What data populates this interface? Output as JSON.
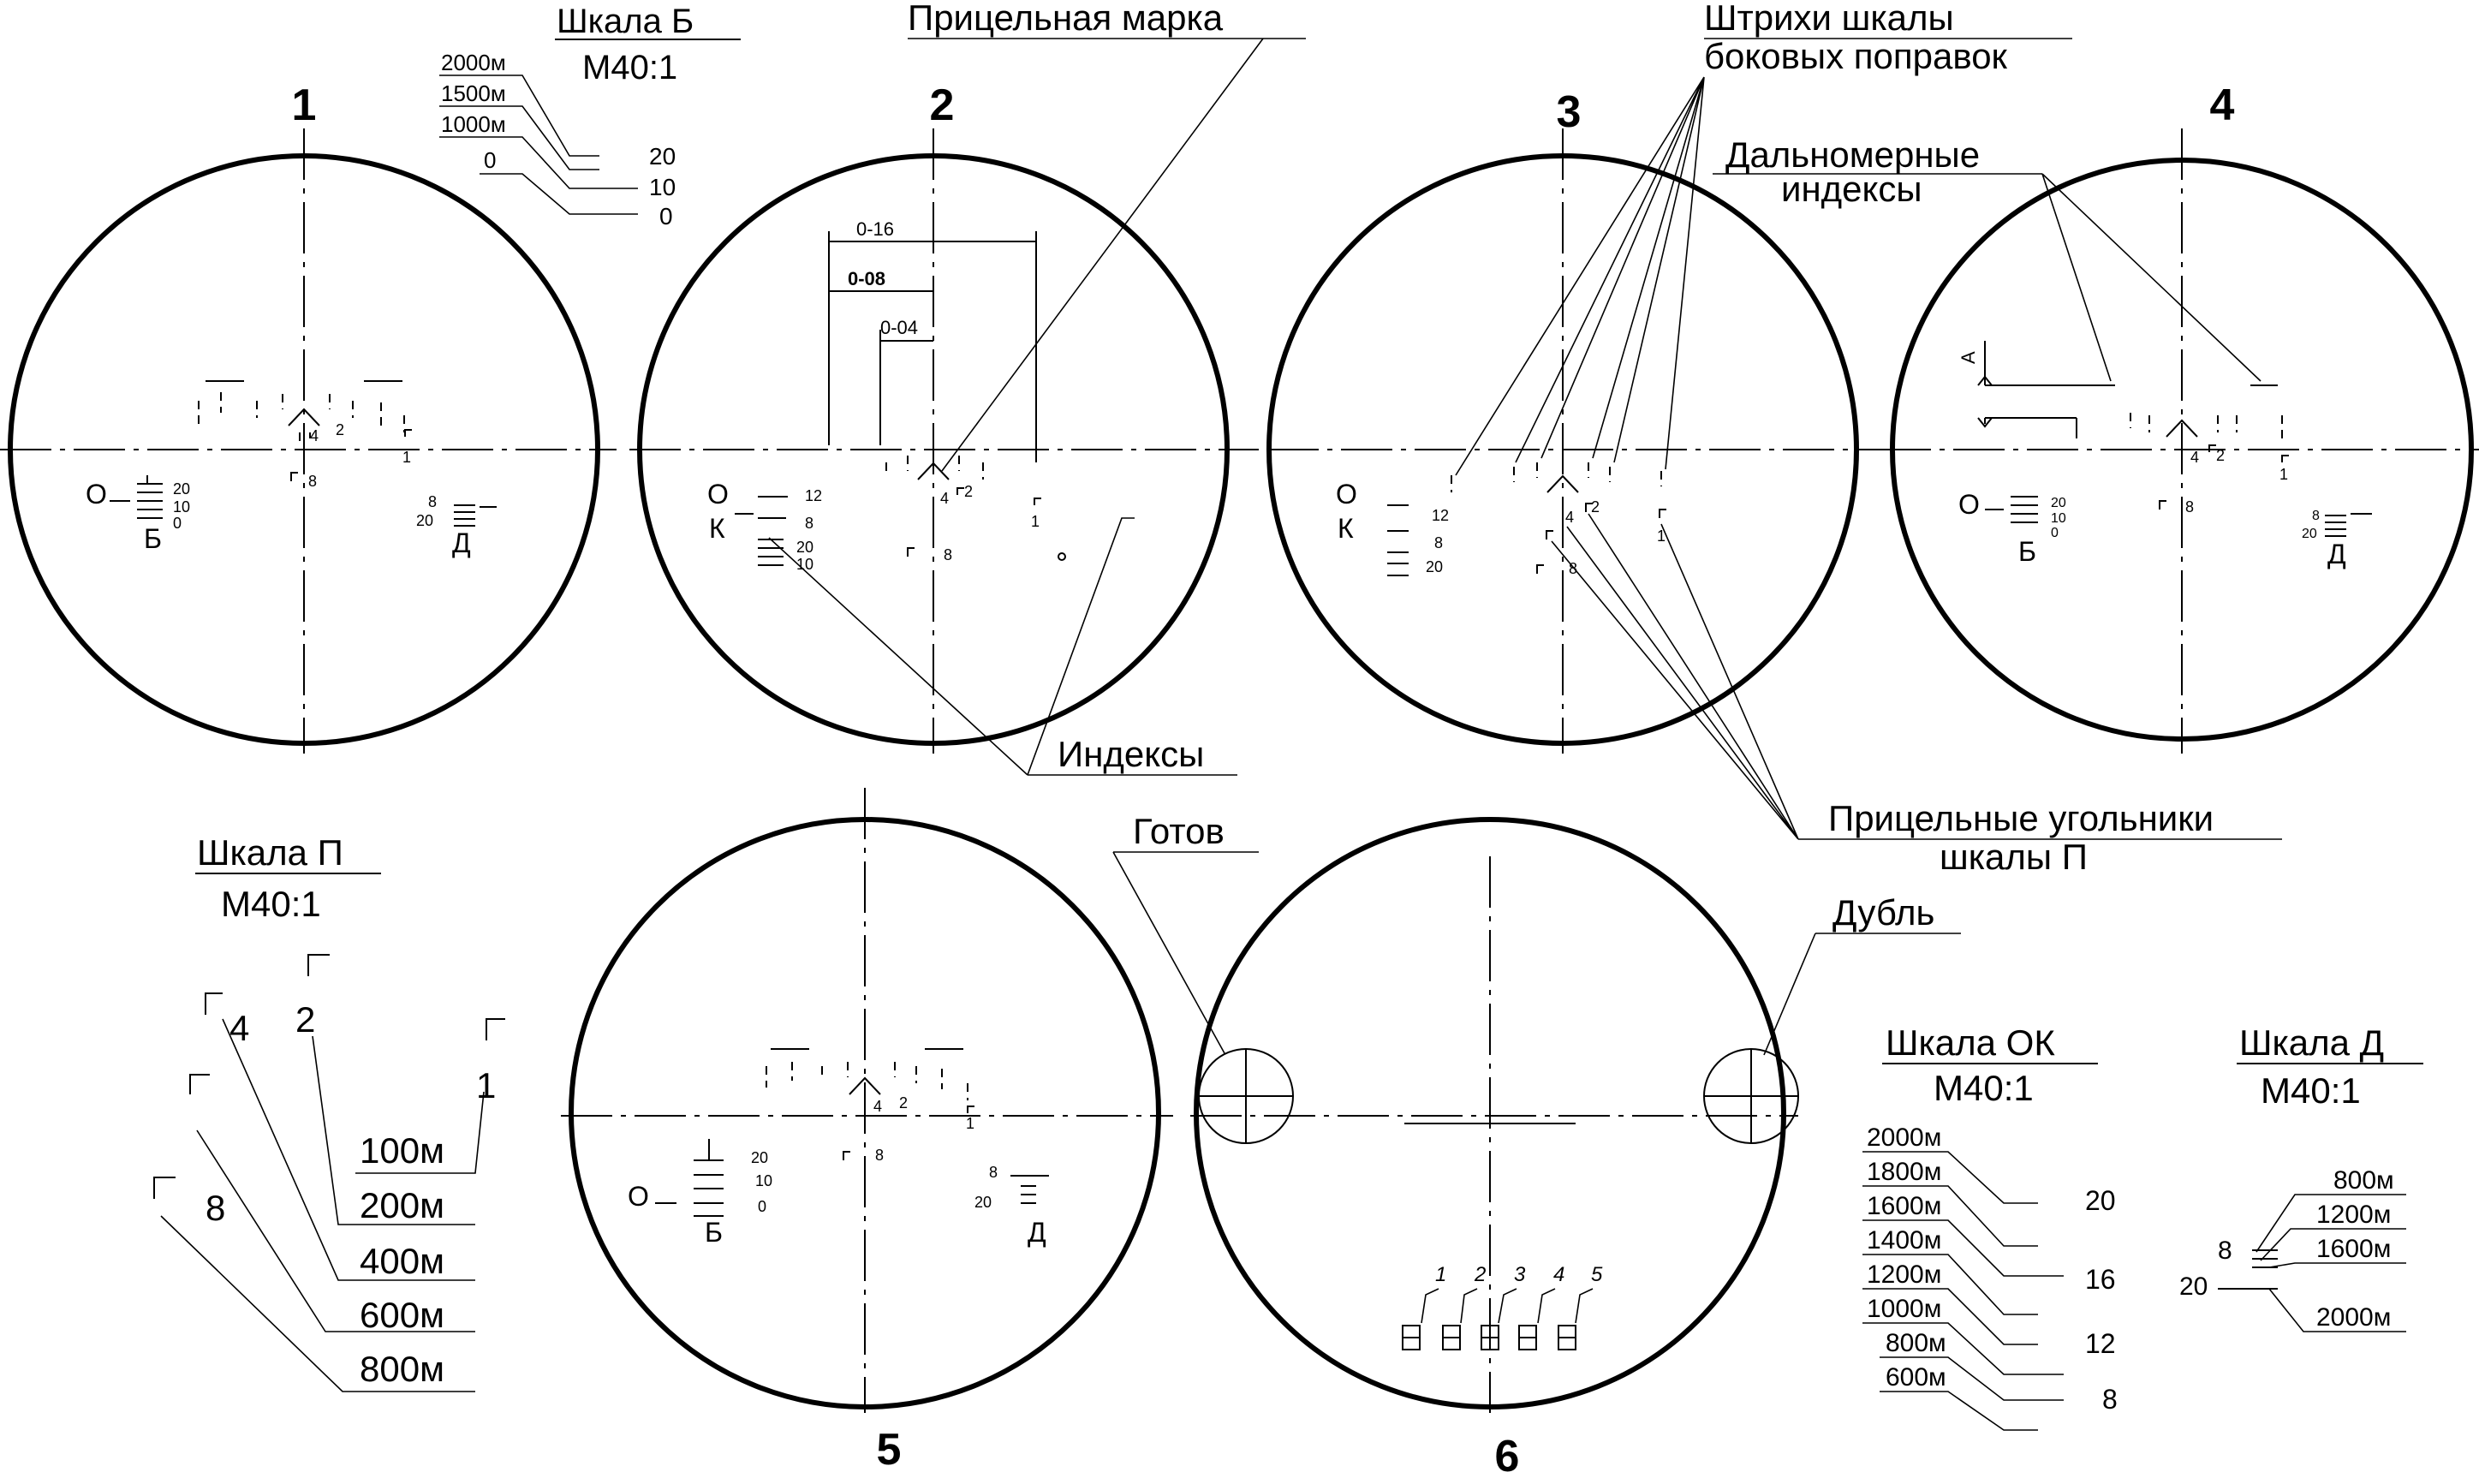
{
  "reticles": [
    {
      "number": "1"
    },
    {
      "number": "2"
    },
    {
      "number": "3"
    },
    {
      "number": "4"
    },
    {
      "number": "5"
    },
    {
      "number": "6"
    }
  ],
  "callouts": {
    "aiming_mark": "Прицельная марка",
    "lateral_lines_1": "Штрихи шкалы",
    "lateral_lines_2": "боковых поправок",
    "rangefinder_1": "Дальномерные",
    "rangefinder_2": "индексы",
    "indexes": "Индексы",
    "aiming_angles_1": "Прицельные угольники",
    "aiming_angles_2": "шкалы П",
    "ready": "Готов",
    "duplicate": "Дубль"
  },
  "reticle_labels": {
    "o": "О",
    "b": "Б",
    "d": "Д",
    "k": "К",
    "a": "А",
    "mark_4": "4",
    "mark_2": "2",
    "mark_1": "1",
    "mark_8": "8",
    "val_20": "20",
    "val_10": "10",
    "val_0": "0",
    "val_12": "12",
    "val_8": "8",
    "val_0_16": "0-16",
    "val_0_08": "0-08",
    "val_0_04": "0-04",
    "val_1": "1",
    "val_2": "2",
    "val_3": "3",
    "val_4": "4",
    "val_5": "5"
  },
  "scales": {
    "b": {
      "title": "Шкала Б",
      "scale": "М40:1",
      "ranges": [
        "2000м",
        "1500м",
        "1000м",
        "0"
      ],
      "values": [
        "20",
        "10",
        "0"
      ]
    },
    "p": {
      "title": "Шкала П",
      "scale": "М40:1",
      "marks": [
        "4",
        "2",
        "1",
        "8"
      ],
      "ranges": [
        "100м",
        "200м",
        "400м",
        "600м",
        "800м"
      ]
    },
    "ok": {
      "title": "Шкала ОК",
      "scale": "М40:1",
      "ranges": [
        "2000м",
        "1800м",
        "1600м",
        "1400м",
        "1200м",
        "1000м",
        "800м",
        "600м"
      ],
      "values": [
        "20",
        "16",
        "12",
        "8"
      ]
    },
    "d": {
      "title": "Шкала Д",
      "scale": "М40:1",
      "ranges": [
        "800м",
        "1200м",
        "1600м",
        "2000м"
      ],
      "values": [
        "8",
        "20"
      ]
    }
  }
}
